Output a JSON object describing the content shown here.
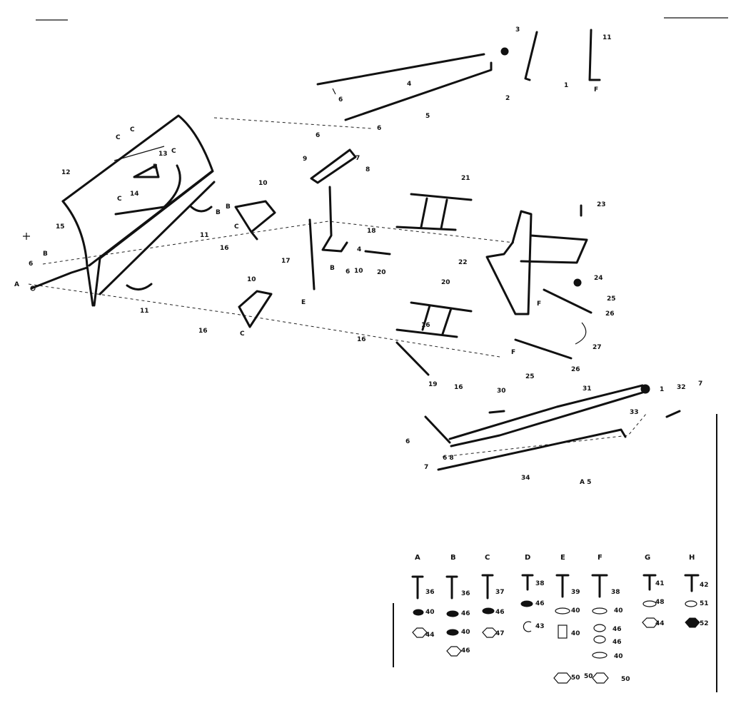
{
  "diagram": {
    "callouts": [
      {
        "id": "c1",
        "text": "3"
      },
      {
        "id": "c2",
        "text": "11"
      },
      {
        "id": "c3",
        "text": "4"
      },
      {
        "id": "c4",
        "text": "2"
      },
      {
        "id": "c5",
        "text": "1"
      },
      {
        "id": "c6",
        "text": "F"
      },
      {
        "id": "c7",
        "text": "6"
      },
      {
        "id": "c8",
        "text": "5"
      },
      {
        "id": "c9",
        "text": "6"
      },
      {
        "id": "c10",
        "text": "6"
      },
      {
        "id": "c11",
        "text": "9"
      },
      {
        "id": "c12",
        "text": "7"
      },
      {
        "id": "c13",
        "text": "8"
      },
      {
        "id": "c14",
        "text": "C"
      },
      {
        "id": "c15",
        "text": "C"
      },
      {
        "id": "c16",
        "text": "12"
      },
      {
        "id": "c17",
        "text": "13"
      },
      {
        "id": "c18",
        "text": "C"
      },
      {
        "id": "c19",
        "text": "B"
      },
      {
        "id": "c20",
        "text": "C"
      },
      {
        "id": "c21",
        "text": "14"
      },
      {
        "id": "c22",
        "text": "10"
      },
      {
        "id": "c23",
        "text": "B"
      },
      {
        "id": "c24",
        "text": "B"
      },
      {
        "id": "c25",
        "text": "C"
      },
      {
        "id": "c26",
        "text": "11"
      },
      {
        "id": "c27",
        "text": "16"
      },
      {
        "id": "c28",
        "text": "15"
      },
      {
        "id": "c29",
        "text": "B"
      },
      {
        "id": "c30",
        "text": "6"
      },
      {
        "id": "c31",
        "text": "A"
      },
      {
        "id": "c32",
        "text": "11"
      },
      {
        "id": "c33",
        "text": "10"
      },
      {
        "id": "c34",
        "text": "16"
      },
      {
        "id": "c35",
        "text": "C"
      },
      {
        "id": "c36",
        "text": "17"
      },
      {
        "id": "c37",
        "text": "E"
      },
      {
        "id": "c38",
        "text": "B"
      },
      {
        "id": "c39",
        "text": "6"
      },
      {
        "id": "c40",
        "text": "10"
      },
      {
        "id": "c41",
        "text": "18"
      },
      {
        "id": "c42",
        "text": "4"
      },
      {
        "id": "c43",
        "text": "20"
      },
      {
        "id": "c44",
        "text": "21"
      },
      {
        "id": "c45",
        "text": "23"
      },
      {
        "id": "c46",
        "text": "22"
      },
      {
        "id": "c47",
        "text": "24"
      },
      {
        "id": "c48",
        "text": "25"
      },
      {
        "id": "c49",
        "text": "26"
      },
      {
        "id": "c50",
        "text": "F"
      },
      {
        "id": "c51",
        "text": "27"
      },
      {
        "id": "c52",
        "text": "20"
      },
      {
        "id": "c53",
        "text": "16"
      },
      {
        "id": "c54",
        "text": "16"
      },
      {
        "id": "c55",
        "text": "19"
      },
      {
        "id": "c56",
        "text": "F"
      },
      {
        "id": "c57",
        "text": "25"
      },
      {
        "id": "c58",
        "text": "26"
      },
      {
        "id": "c59",
        "text": "16"
      },
      {
        "id": "c60",
        "text": "30"
      },
      {
        "id": "c61",
        "text": "31"
      },
      {
        "id": "c62",
        "text": "7"
      },
      {
        "id": "c63",
        "text": "32"
      },
      {
        "id": "c64",
        "text": "1"
      },
      {
        "id": "c65",
        "text": "33"
      },
      {
        "id": "c66",
        "text": "6"
      },
      {
        "id": "c67",
        "text": "6 8"
      },
      {
        "id": "c68",
        "text": "7"
      },
      {
        "id": "c69",
        "text": "34"
      },
      {
        "id": "c70",
        "text": "A 5"
      }
    ],
    "hardware_columns": [
      {
        "letter": "A",
        "parts": [
          "36",
          "40",
          "44"
        ]
      },
      {
        "letter": "B",
        "parts": [
          "36",
          "46",
          "40",
          "46"
        ]
      },
      {
        "letter": "C",
        "parts": [
          "37",
          "46",
          "47"
        ]
      },
      {
        "letter": "D",
        "parts": [
          "38",
          "46",
          "43"
        ]
      },
      {
        "letter": "E",
        "parts": [
          "39",
          "40",
          "40",
          "50"
        ]
      },
      {
        "letter": "F",
        "parts": [
          "38",
          "40",
          "46",
          "46",
          "40",
          "50",
          "50"
        ]
      },
      {
        "letter": "G",
        "parts": [
          "41",
          "48",
          "44"
        ]
      },
      {
        "letter": "H",
        "parts": [
          "42",
          "51",
          "52"
        ]
      }
    ]
  }
}
